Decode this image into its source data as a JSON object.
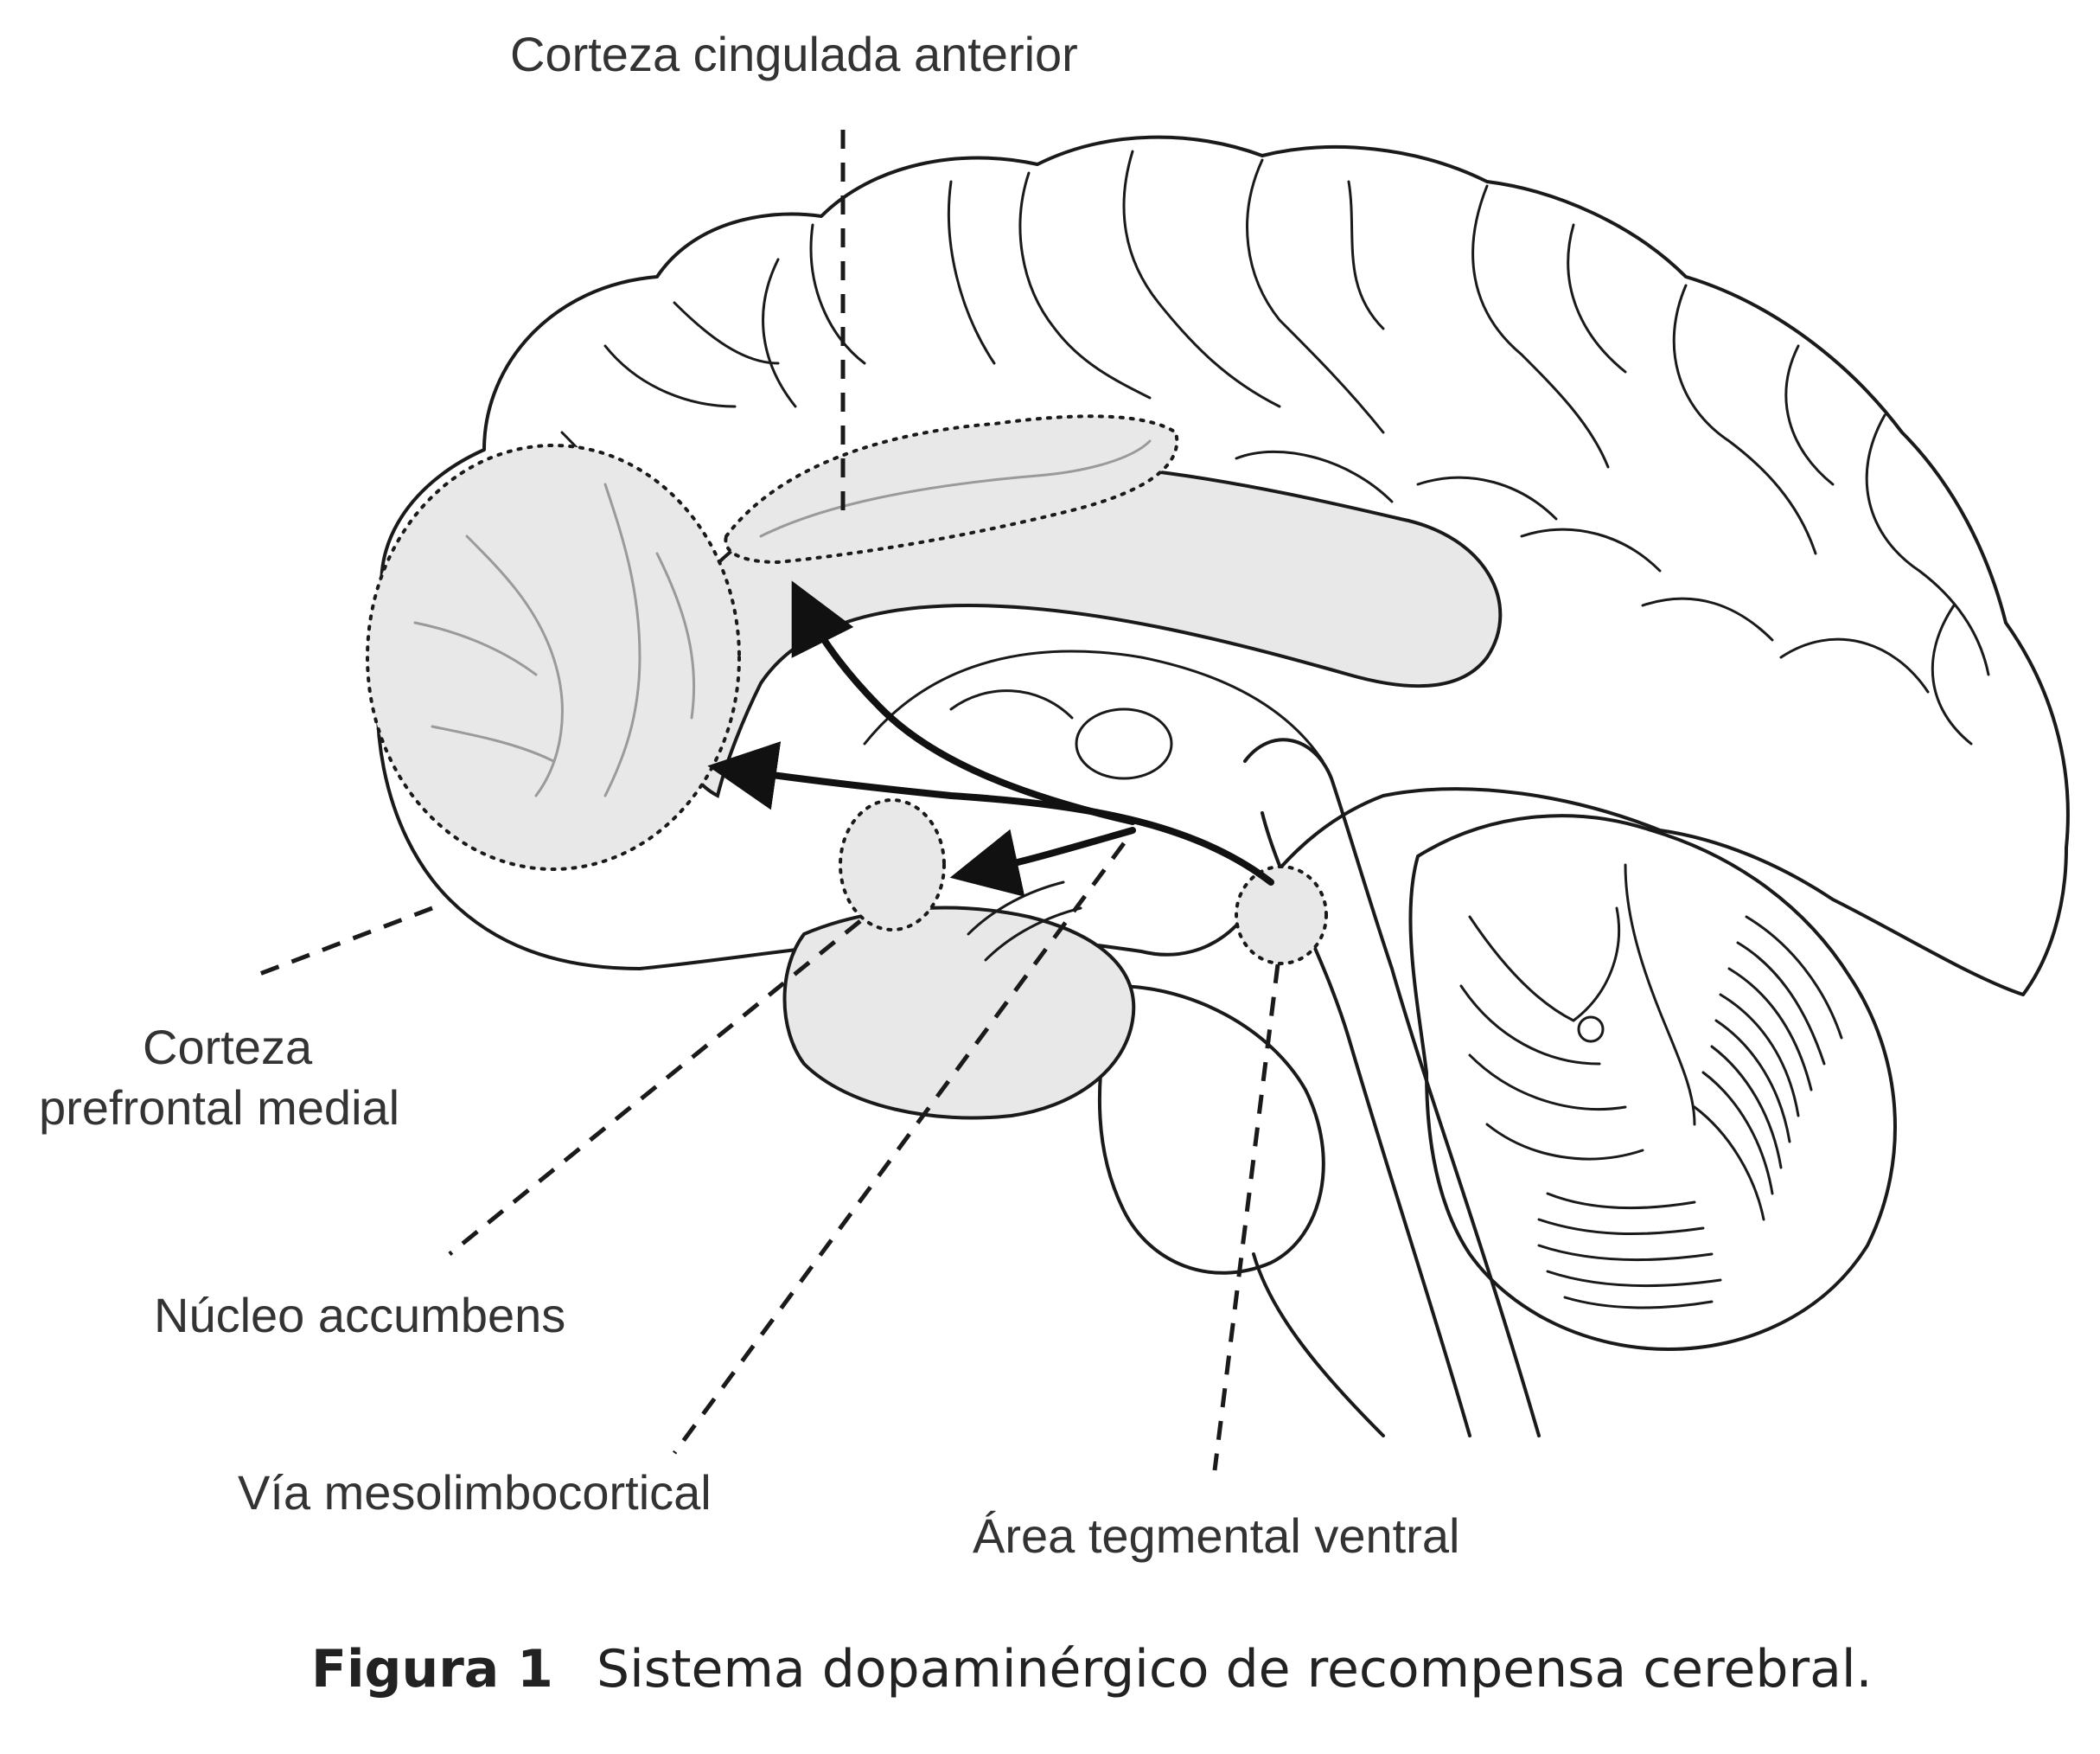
{
  "labels": {
    "anterior_cingulate": "Corteza cingulada anterior",
    "medial_prefrontal_line1": "Corteza",
    "medial_prefrontal_line2": "prefrontal medial",
    "nucleus_accumbens": "Núcleo accumbens",
    "mesolimbocortical": "Vía mesolimbocortical",
    "vta": "Área tegmental ventral"
  },
  "caption": {
    "number": "Figura 1",
    "text": "Sistema dopaminérgico de recompensa cerebral."
  },
  "colors": {
    "line": "#1a1a1a",
    "region_fill": "#e8e8e8",
    "label_text": "#333333"
  }
}
